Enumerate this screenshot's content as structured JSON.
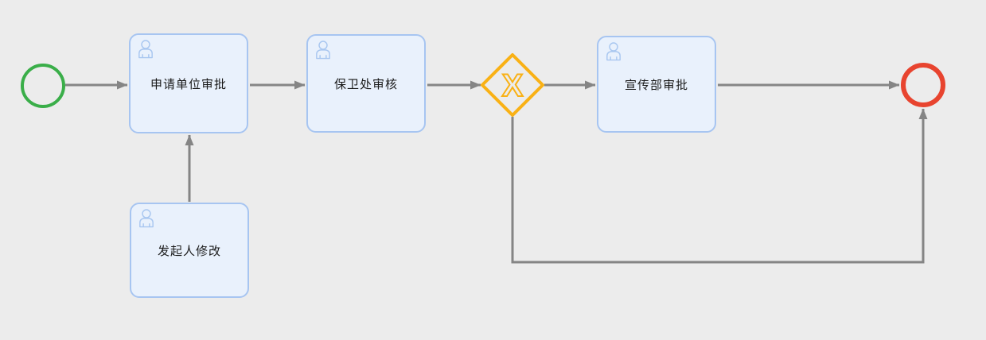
{
  "diagram": {
    "type": "workflow-flowchart",
    "background": "#ececec",
    "nodes": {
      "start_event": {
        "type": "start-event",
        "shape": "circle",
        "color": "#3aae49"
      },
      "task_apply_unit": {
        "type": "user-task",
        "label": "申请单位审批",
        "icon": "user-icon"
      },
      "task_security_review": {
        "type": "user-task",
        "label": "保卫处审核",
        "icon": "user-icon"
      },
      "exclusive_gateway": {
        "type": "exclusive-gateway",
        "shape": "diamond",
        "symbol": "X",
        "color": "#f9b115"
      },
      "task_publicity_approval": {
        "type": "user-task",
        "label": "宣传部审批",
        "icon": "user-icon"
      },
      "task_initiator_modify": {
        "type": "user-task",
        "label": "发起人修改",
        "icon": "user-icon"
      },
      "end_event": {
        "type": "end-event",
        "shape": "circle",
        "color": "#e8442f"
      }
    },
    "edges": [
      {
        "from": "start_event",
        "to": "task_apply_unit"
      },
      {
        "from": "task_apply_unit",
        "to": "task_security_review"
      },
      {
        "from": "task_security_review",
        "to": "exclusive_gateway"
      },
      {
        "from": "exclusive_gateway",
        "to": "task_publicity_approval"
      },
      {
        "from": "task_publicity_approval",
        "to": "end_event"
      },
      {
        "from": "task_initiator_modify",
        "to": "task_apply_unit"
      },
      {
        "from": "exclusive_gateway",
        "to": "end_event",
        "route": "down-right-up"
      }
    ]
  },
  "colors": {
    "background": "#ececec",
    "task_fill": "#e9f1fc",
    "task_border": "#a7c5f1",
    "task_text": "#1a1a1a",
    "user_icon_stroke": "#a9c7f0",
    "connector": "#858585",
    "start_event": "#3aae49",
    "end_event": "#e8442f",
    "gateway": "#f9b115"
  }
}
